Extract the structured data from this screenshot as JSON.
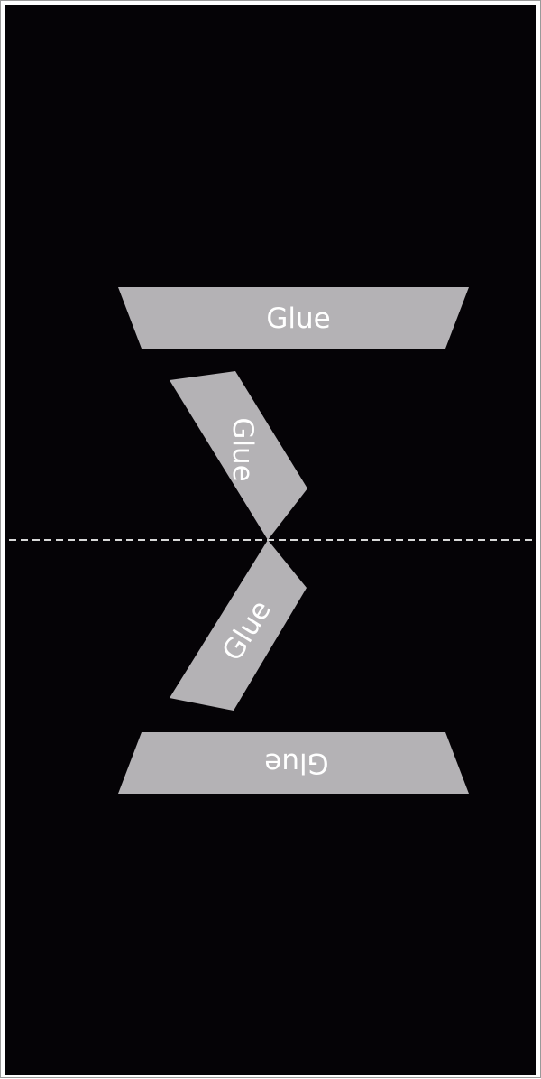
{
  "colors": {
    "background": "#050306",
    "frame_border": "#9a9a9a",
    "glue_tab": "#b4b2b5",
    "label": "#ffffff",
    "fold_line": "#d8d8d8"
  },
  "glue_tabs": [
    {
      "label": "Glue"
    },
    {
      "label": "Glue"
    },
    {
      "label": "Glue"
    },
    {
      "label": "Glue"
    }
  ]
}
